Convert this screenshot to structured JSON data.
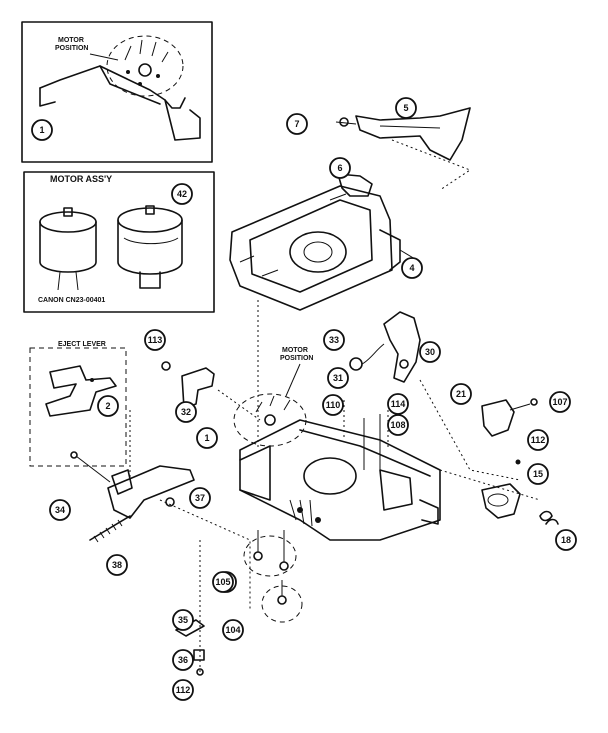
{
  "labels": {
    "motor_position_inset": [
      "MOTOR",
      "POSITION"
    ],
    "motor_assy": "MOTOR ASS'Y",
    "canon_part": "CANON CN23-00401",
    "eject_lever": "EJECT LEVER",
    "motor_position_main": [
      "MOTOR",
      "POSITION"
    ]
  },
  "callouts": [
    "1",
    "42",
    "7",
    "5",
    "6",
    "4",
    "113",
    "33",
    "30",
    "2",
    "32",
    "31",
    "110",
    "114",
    "108",
    "21",
    "107",
    "105",
    "1",
    "37",
    "112",
    "15",
    "34",
    "18",
    "38",
    "105",
    "104",
    "35",
    "36",
    "112"
  ]
}
